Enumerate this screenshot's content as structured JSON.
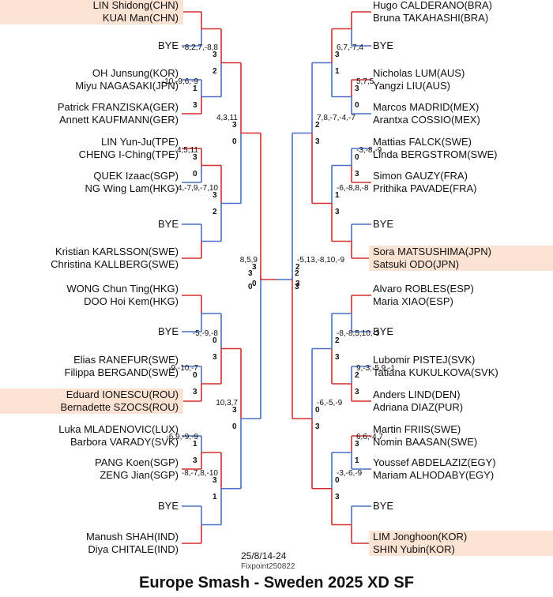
{
  "title": "Europe Smash - Sweden 2025 XD SF",
  "date": "25/8/14-24",
  "credit": "Fixpoint250822",
  "colors": {
    "winner_line": "#d32f2f",
    "loser_line": "#4a6fc7",
    "highlight": "#fbe3d3"
  },
  "left": {
    "entries": [
      {
        "p1": "LIN Shidong(CHN)",
        "p2": "KUAI Man(CHN)",
        "highlight": true
      },
      {
        "bye": "BYE"
      },
      {
        "p1": "OH Junsung(KOR)",
        "p2": "Miyu NAGASAKI(JPN)"
      },
      {
        "p1": "Patrick FRANZISKA(GER)",
        "p2": "Annett KAUFMANN(GER)"
      },
      {
        "p1": "LIN Yun-Ju(TPE)",
        "p2": "CHENG I-Ching(TPE)"
      },
      {
        "p1": "QUEK Izaac(SGP)",
        "p2": "NG Wing Lam(HKG)"
      },
      {
        "bye": "BYE"
      },
      {
        "p1": "Kristian KARLSSON(SWE)",
        "p2": "Christina KALLBERG(SWE)"
      },
      {
        "p1": "WONG Chun Ting(HKG)",
        "p2": "DOO Hoi Kem(HKG)"
      },
      {
        "bye": "BYE"
      },
      {
        "p1": "Elias RANEFUR(SWE)",
        "p2": "Filippa BERGAND(SWE)"
      },
      {
        "p1": "Eduard IONESCU(ROU)",
        "p2": "Bernadette SZOCS(ROU)",
        "highlight": true
      },
      {
        "p1": "Luka MLADENOVIC(LUX)",
        "p2": "Barbora VARADY(SVK)"
      },
      {
        "p1": "PANG Koen(SGP)",
        "p2": "ZENG Jian(SGP)"
      },
      {
        "bye": "BYE"
      },
      {
        "p1": "Manush SHAH(IND)",
        "p2": "Diya CHITALE(IND)"
      }
    ],
    "r1": [
      {
        "s": "",
        "t": "",
        "g": ""
      },
      {
        "s": "1",
        "t": "3",
        "g": "-10,-9,6,-9"
      },
      {
        "s": "3",
        "t": "0",
        "g": "4,5,11"
      },
      {
        "s": "",
        "t": "",
        "g": ""
      },
      {
        "s": "",
        "t": "",
        "g": ""
      },
      {
        "s": "0",
        "t": "3",
        "g": "-9,-10,-7"
      },
      {
        "s": "1",
        "t": "3",
        "g": "-6,9,-9,-9"
      },
      {
        "s": "",
        "t": "",
        "g": ""
      }
    ],
    "r2": [
      {
        "s": "3",
        "t": "2",
        "g": "-8,2,7,-8,8"
      },
      {
        "s": "3",
        "t": "2",
        "g": "4,-7,9,-7,10"
      },
      {
        "s": "0",
        "t": "3",
        "g": "-5,-9,-8"
      },
      {
        "s": "3",
        "t": "1",
        "g": "-8,-7,8,-10"
      }
    ],
    "r3": [
      {
        "s": "3",
        "t": "0",
        "g": "4,3,11"
      },
      {
        "s": "3",
        "t": "0",
        "g": "10,3,7"
      }
    ],
    "r4": [
      {
        "s": "3",
        "t": "0",
        "g": "8,5,9"
      }
    ]
  },
  "right": {
    "entries": [
      {
        "p1": "Hugo CALDERANO(BRA)",
        "p2": "Bruna TAKAHASHI(BRA)"
      },
      {
        "bye": "BYE"
      },
      {
        "p1": "Nicholas LUM(AUS)",
        "p2": "Yangzi LIU(AUS)"
      },
      {
        "p1": "Marcos MADRID(MEX)",
        "p2": "Arantxa COSSIO(MEX)"
      },
      {
        "p1": "Mattias FALCK(SWE)",
        "p2": "Linda BERGSTROM(SWE)"
      },
      {
        "p1": "Simon GAUZY(FRA)",
        "p2": "Prithika PAVADE(FRA)"
      },
      {
        "bye": "BYE"
      },
      {
        "p1": "Sora MATSUSHIMA(JPN)",
        "p2": "Satsuki ODO(JPN)",
        "highlight": true
      },
      {
        "p1": "Alvaro ROBLES(ESP)",
        "p2": "Maria XIAO(ESP)"
      },
      {
        "bye": "BYE"
      },
      {
        "p1": "Lubomir PISTEJ(SVK)",
        "p2": "Tatiana KUKULKOVA(SVK)"
      },
      {
        "p1": "Anders LIND(DEN)",
        "p2": "Adriana DIAZ(PUR)"
      },
      {
        "p1": "Martin FRIIS(SWE)",
        "p2": "Nomin BAASAN(SWE)"
      },
      {
        "p1": "Youssef ABDELAZIZ(EGY)",
        "p2": "Mariam ALHODABY(EGY)"
      },
      {
        "bye": "BYE"
      },
      {
        "p1": "LIM Jonghoon(KOR)",
        "p2": "SHIN Yubin(KOR)",
        "highlight": true
      }
    ],
    "r1": [
      {
        "s": "",
        "t": "",
        "g": ""
      },
      {
        "s": "3",
        "t": "0",
        "g": "5,7,5"
      },
      {
        "s": "0",
        "t": "3",
        "g": "-3,-8,-9"
      },
      {
        "s": "",
        "t": "",
        "g": ""
      },
      {
        "s": "",
        "t": "",
        "g": ""
      },
      {
        "s": "2",
        "t": "3",
        "g": "9,-3,-5,9,-1"
      },
      {
        "s": "3",
        "t": "1",
        "g": "6,6,-4,7"
      },
      {
        "s": "",
        "t": "",
        "g": ""
      }
    ],
    "r2": [
      {
        "s": "3",
        "t": "1",
        "g": "6,7,-7,4"
      },
      {
        "s": "1",
        "t": "3",
        "g": "-6,-8,8,-8"
      },
      {
        "s": "2",
        "t": "3",
        "g": "-8,-8,5,10,-3"
      },
      {
        "s": "0",
        "t": "3",
        "g": "-3,-6,-9"
      }
    ],
    "r3": [
      {
        "s": "2",
        "t": "3",
        "g": "7,8,-7,-4,-7"
      },
      {
        "s": "0",
        "t": "3",
        "g": "-6,-5,-9"
      }
    ],
    "r4": [
      {
        "s": "2",
        "t": "3",
        "g": "-5,13,-8,10,-9"
      }
    ]
  },
  "final": {
    "left_score": "3",
    "right_score": "2",
    "left_lost": "0",
    "right_lost": "3"
  }
}
